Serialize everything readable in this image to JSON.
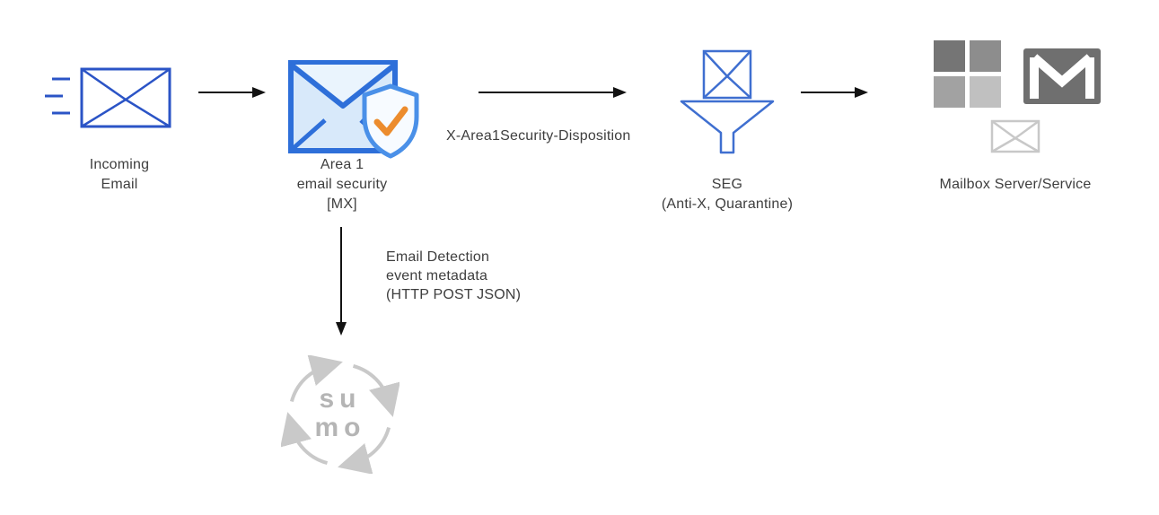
{
  "nodes": {
    "incoming_email": {
      "label": [
        "Incoming",
        "Email"
      ]
    },
    "area1": {
      "label": [
        "Area 1",
        "email security",
        "[MX]"
      ]
    },
    "seg": {
      "label": [
        "SEG",
        "(Anti-X, Quarantine)"
      ]
    },
    "mailbox": {
      "label": "Mailbox Server/Service",
      "icons": [
        "microsoft-logo",
        "gmail-logo",
        "envelope"
      ]
    },
    "sumo_logic": {
      "logo_text": [
        "su",
        "mo"
      ]
    }
  },
  "edges": {
    "incoming_to_area1": {
      "type": "arrow-right"
    },
    "area1_to_seg": {
      "type": "arrow-right",
      "label": "X-Area1Security-Disposition"
    },
    "seg_to_mailbox": {
      "type": "arrow-right"
    },
    "area1_to_sumo": {
      "type": "arrow-down",
      "label": [
        "Email Detection",
        "event metadata",
        "(HTTP POST JSON)"
      ]
    }
  },
  "colors": {
    "diagram_blue": "#2d5fd0",
    "envelope_fill_blue": "#d8e9fa",
    "shield_blue": "#4a90e8",
    "check_orange": "#ec8c2d",
    "arrow_black": "#121212",
    "label_text": "#3e3e3e",
    "microsoft_grays": [
      "#757575",
      "#8d8d8d",
      "#a2a2a2",
      "#c0c0c0"
    ],
    "gmail_gray": "#6f6f6f",
    "faded_gray": "#c9c9c9",
    "sumo_text_gray": "#b5b5b5"
  }
}
